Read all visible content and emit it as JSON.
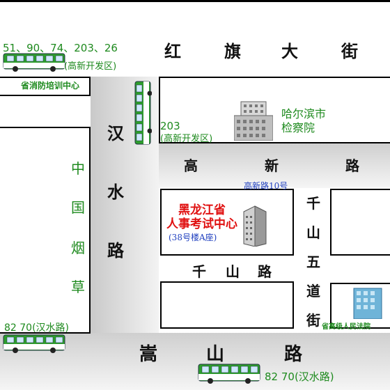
{
  "roads": {
    "hongqi": [
      "红",
      "旗",
      "大",
      "街"
    ],
    "gaoxin": [
      "高",
      "新",
      "路"
    ],
    "qianshan": [
      "千",
      "山",
      "路"
    ],
    "songshan": [
      "嵩",
      "山",
      "路"
    ],
    "hanshui": [
      "汉",
      "水",
      "路"
    ],
    "qianshanwu": [
      "千",
      "山",
      "五",
      "道",
      "街"
    ],
    "zhongguo": [
      "中",
      "国",
      "烟",
      "草"
    ]
  },
  "labels": {
    "bus_top_left": "51、90、74、203、26",
    "bus_top_left_area": "(高新开发区)",
    "bus_mid": "203",
    "bus_mid_area": "(高新开发区)",
    "bus_bottom_left": "82 70(汉水路)",
    "bus_bottom_right": "82 70(汉水路)",
    "fire_center": "省消防培训中心",
    "procuratorate_line1": "哈尔滨市",
    "procuratorate_line2": "检察院",
    "exam_center_line1": "黑龙江省",
    "exam_center_line2": "人事考试中心",
    "exam_center_line3": "(38号楼A座)",
    "gaoxin_address": "高新路10号",
    "court": "省高级人民法院"
  },
  "colors": {
    "green": "#1e8a1e",
    "red": "#e01010",
    "blue": "#1f3fbf"
  }
}
